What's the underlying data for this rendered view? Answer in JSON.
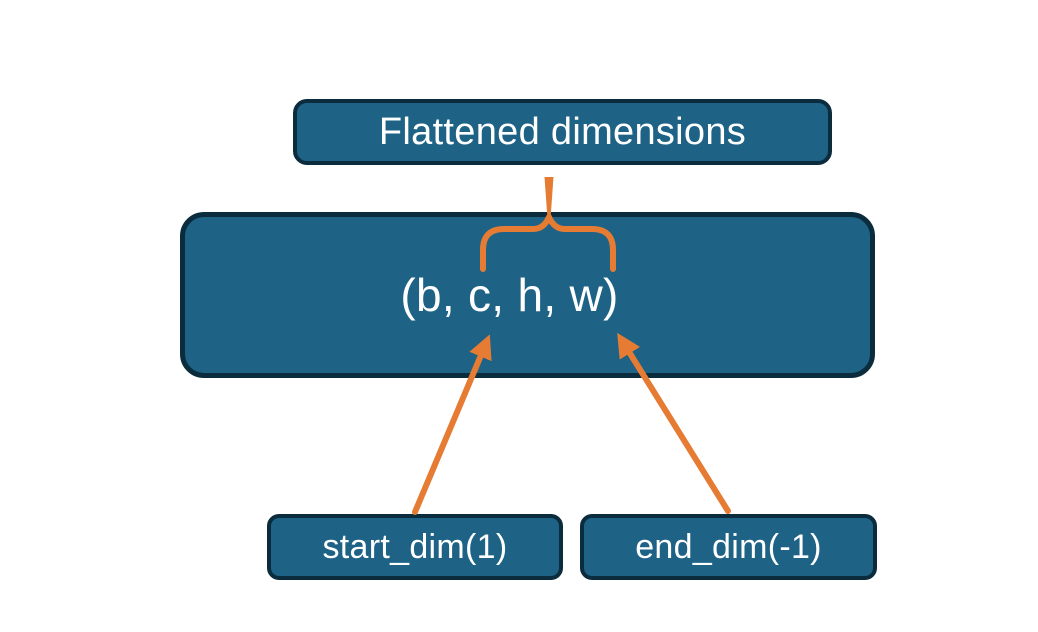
{
  "nodes": {
    "flattened": {
      "label": "Flattened dimensions"
    },
    "tensor": {
      "label": "(b, c, h, w)"
    },
    "start_dim": {
      "label": "start_dim(1)"
    },
    "end_dim": {
      "label": "end_dim(-1)"
    }
  },
  "connectors": [
    {
      "type": "stem",
      "from": "flattened",
      "to": "brace"
    },
    {
      "type": "brace",
      "over": "tensor",
      "spans": "c, h, w"
    },
    {
      "type": "arrow",
      "from": "start_dim",
      "to": "tensor"
    },
    {
      "type": "arrow",
      "from": "end_dim",
      "to": "tensor"
    }
  ],
  "colors": {
    "node_fill": "#1E6286",
    "node_border": "#0B2C3C",
    "accent": "#E67C33",
    "text": "#FFFFFF",
    "background": "#FFFFFF"
  }
}
